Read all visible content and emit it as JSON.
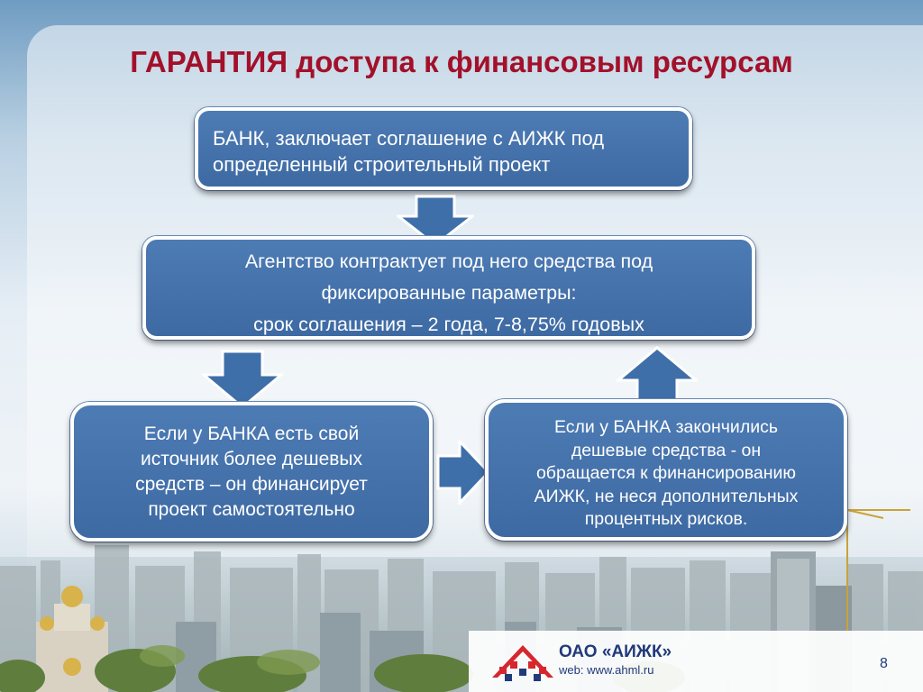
{
  "title": "ГАРАНТИЯ доступа к финансовым ресурсам",
  "boxes": {
    "bank": {
      "line1": "БАНК, заключает соглашение с АИЖК под",
      "line2": "определенный строительный проект"
    },
    "agency": {
      "line1": "Агентство контрактует под него средства под",
      "line2": "фиксированные параметры:",
      "line3": "срок соглашения – 2 года, 7-8,75% годовых"
    },
    "own_source": {
      "line1": "Если у БАНКА есть свой",
      "line2": "источник более дешевых",
      "line3": "средств – он финансирует",
      "line4": "проект самостоятельно"
    },
    "refinance": {
      "line1": "Если у БАНКА закончились",
      "line2": "дешевые средства - он",
      "line3": "обращается  к финансированию",
      "line4": "АИЖК, не неся дополнительных",
      "line5": "процентных рисков."
    }
  },
  "footer": {
    "company": "ОАО «АИЖК»",
    "web": "web: www.ahml.ru",
    "page_number": "8"
  },
  "colors": {
    "title": "#a3102a",
    "box_fill": "#4273ad",
    "arrow_fill": "#3f6fa8",
    "logo_text": "#203a7a",
    "logo_red": "#d6262e"
  },
  "icons": {
    "logo": "ahml-logo-icon"
  }
}
